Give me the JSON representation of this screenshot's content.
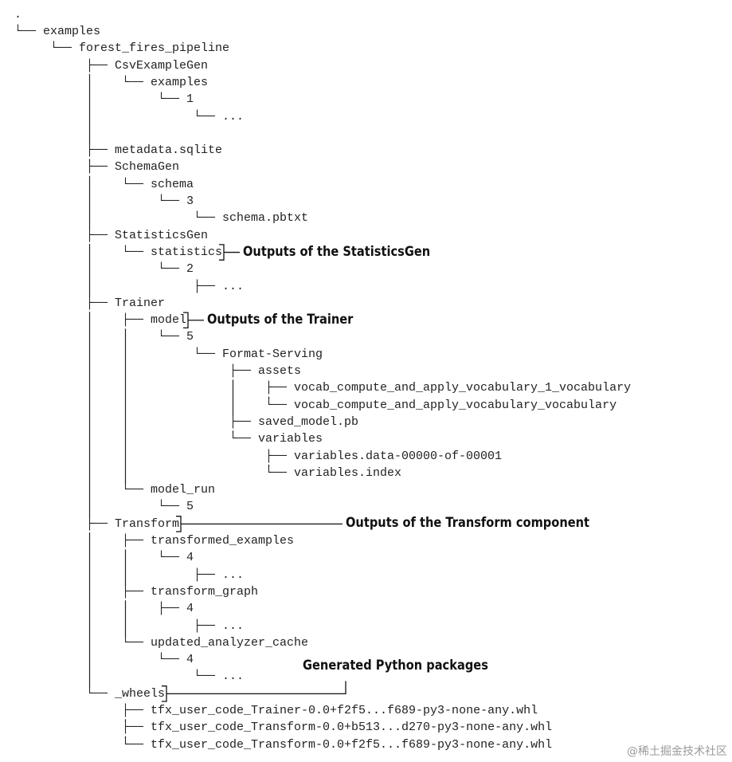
{
  "tree": {
    "root": ".",
    "items": [
      {
        "depth": 0,
        "prefix": "└── ",
        "label": "examples"
      },
      {
        "depth": 1,
        "prefix": "└── ",
        "label": "forest_fires_pipeline"
      },
      {
        "depth": 2,
        "prefix": "├── ",
        "label": "CsvExampleGen"
      },
      {
        "depth": 3,
        "prefix": "└── ",
        "label": "examples"
      },
      {
        "depth": 4,
        "prefix": "└── ",
        "label": "1"
      },
      {
        "depth": 5,
        "prefix": "└── ",
        "label": "..."
      },
      {
        "depth": 2,
        "prefix": "├── ",
        "label": "metadata.sqlite",
        "gap": true
      },
      {
        "depth": 2,
        "prefix": "├── ",
        "label": "SchemaGen"
      },
      {
        "depth": 3,
        "prefix": "└── ",
        "label": "schema"
      },
      {
        "depth": 4,
        "prefix": "└── ",
        "label": "3"
      },
      {
        "depth": 5,
        "prefix": "└── ",
        "label": "schema.pbtxt"
      },
      {
        "depth": 2,
        "prefix": "├── ",
        "label": "StatisticsGen"
      },
      {
        "depth": 3,
        "prefix": "└── ",
        "label": "statistics"
      },
      {
        "depth": 4,
        "prefix": "└── ",
        "label": "2"
      },
      {
        "depth": 5,
        "prefix": "├── ",
        "label": "..."
      },
      {
        "depth": 2,
        "prefix": "├── ",
        "label": "Trainer"
      },
      {
        "depth": 3,
        "prefix": "├── ",
        "label": "model"
      },
      {
        "depth": 4,
        "prefix": "└── ",
        "label": "5"
      },
      {
        "depth": 5,
        "prefix": "└── ",
        "label": "Format-Serving"
      },
      {
        "depth": 6,
        "prefix": "├── ",
        "label": "assets"
      },
      {
        "depth": 7,
        "prefix": "├── ",
        "label": "vocab_compute_and_apply_vocabulary_1_vocabulary"
      },
      {
        "depth": 7,
        "prefix": "└── ",
        "label": "vocab_compute_and_apply_vocabulary_vocabulary"
      },
      {
        "depth": 6,
        "prefix": "├── ",
        "label": "saved_model.pb"
      },
      {
        "depth": 6,
        "prefix": "└── ",
        "label": "variables"
      },
      {
        "depth": 7,
        "prefix": "├── ",
        "label": "variables.data-00000-of-00001"
      },
      {
        "depth": 7,
        "prefix": "└── ",
        "label": "variables.index"
      },
      {
        "depth": 3,
        "prefix": "└── ",
        "label": "model_run"
      },
      {
        "depth": 4,
        "prefix": "└── ",
        "label": "5"
      },
      {
        "depth": 2,
        "prefix": "├── ",
        "label": "Transform"
      },
      {
        "depth": 3,
        "prefix": "├── ",
        "label": "transformed_examples"
      },
      {
        "depth": 4,
        "prefix": "└── ",
        "label": "4"
      },
      {
        "depth": 5,
        "prefix": "├── ",
        "label": "..."
      },
      {
        "depth": 3,
        "prefix": "├── ",
        "label": "transform_graph"
      },
      {
        "depth": 4,
        "prefix": "├── ",
        "label": "4"
      },
      {
        "depth": 5,
        "prefix": "├── ",
        "label": "..."
      },
      {
        "depth": 3,
        "prefix": "└── ",
        "label": "updated_analyzer_cache"
      },
      {
        "depth": 4,
        "prefix": "└── ",
        "label": "4"
      },
      {
        "depth": 5,
        "prefix": "└── ",
        "label": "..."
      },
      {
        "depth": 2,
        "prefix": "└── ",
        "label": "_wheels"
      },
      {
        "depth": 3,
        "prefix": "├── ",
        "label": "tfx_user_code_Trainer-0.0+f2f5...f689-py3-none-any.whl"
      },
      {
        "depth": 3,
        "prefix": "├── ",
        "label": "tfx_user_code_Transform-0.0+b513...d270-py3-none-any.whl"
      },
      {
        "depth": 3,
        "prefix": "└── ",
        "label": "tfx_user_code_Transform-0.0+f2f5...f689-py3-none-any.whl"
      }
    ]
  },
  "annotations": [
    {
      "id": "statisticsgen",
      "target": "statistics",
      "text": "Outputs of the StatisticsGen"
    },
    {
      "id": "trainer",
      "target": "model",
      "text": "Outputs of the Trainer"
    },
    {
      "id": "transform",
      "target": "Transform",
      "text": "Outputs of the Transform component"
    },
    {
      "id": "wheels",
      "target": "_wheels",
      "text": "Generated Python packages"
    }
  ],
  "watermark": "@稀土掘金技术社区"
}
